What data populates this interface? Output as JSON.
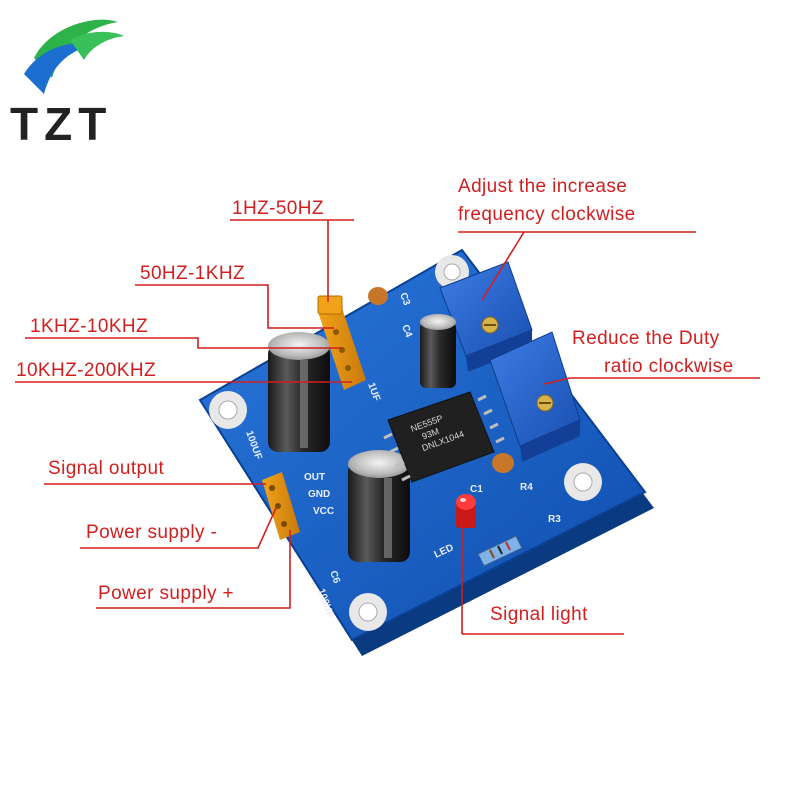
{
  "brand": {
    "name": "TZT",
    "colors": {
      "green": "#2db34a",
      "blue": "#1c6fd0",
      "text": "#222222"
    }
  },
  "annotations": {
    "color": "#d11f1f",
    "hz_1_50": "1HZ-50HZ",
    "hz_50_1k": "50HZ-1KHZ",
    "khz_1_10": "1KHZ-10KHZ",
    "khz_10_200": "10KHZ-200KHZ",
    "freq_line1": "Adjust the increase",
    "freq_line2": "frequency clockwise",
    "duty_line1": "Reduce the Duty",
    "duty_line2": "ratio clockwise",
    "signal_output": "Signal output",
    "power_minus": "Power supply -",
    "power_plus": "Power supply +",
    "signal_light": "Signal light"
  },
  "board": {
    "pcb_color": "#1560c8",
    "chip_marking": [
      "NE555P",
      "93M",
      "DNLX1044"
    ],
    "pin_labels": {
      "out": "OUT",
      "gnd": "GND",
      "vcc": "VCC"
    },
    "silkscreen": {
      "c3": "C3",
      "c4": "C4",
      "c6": "C6",
      "c1": "C1",
      "r3": "R3",
      "r4": "R4",
      "led": "LED",
      "cap_1uf": "1UF",
      "cap_100uf": "100UF",
      "cap_100uf_2": "100UF"
    }
  }
}
